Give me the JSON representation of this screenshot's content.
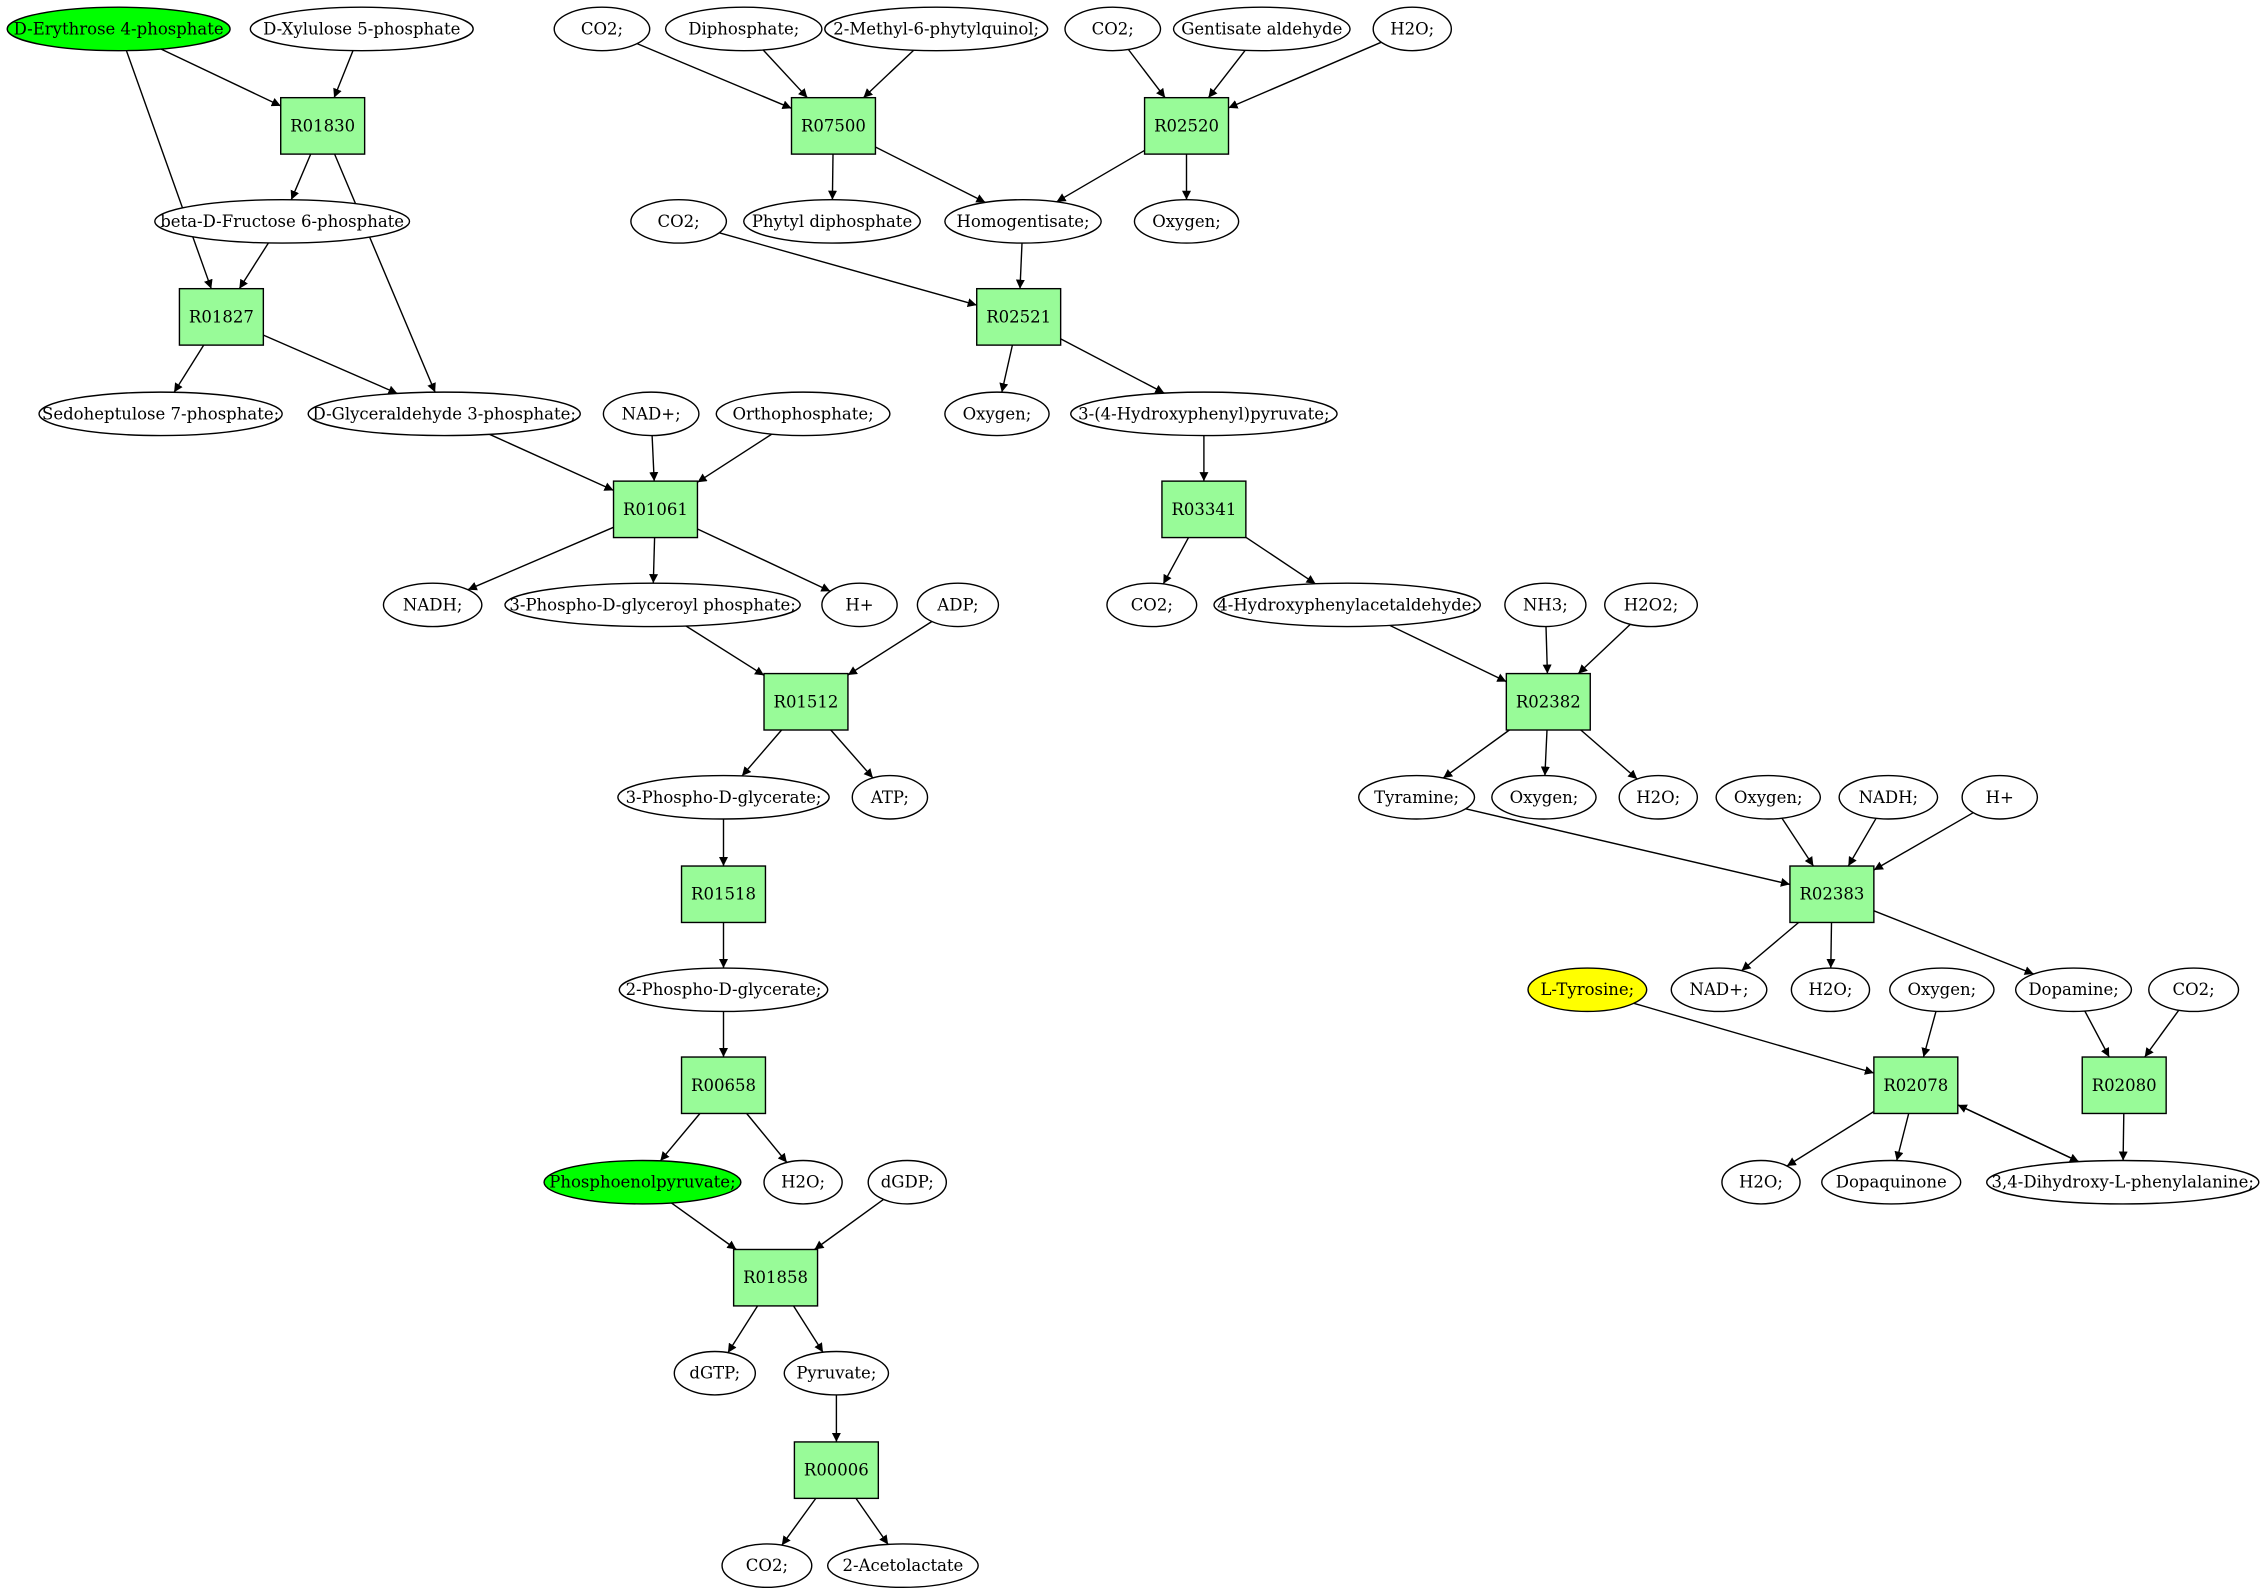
{
  "colors": {
    "reaction_fill": "#98fb98",
    "molecule_fill": "#ffffff",
    "start_molecule_fill": "#00ff00",
    "target_molecule_fill": "#ffff00",
    "stroke": "#000000"
  },
  "reactions": [
    {
      "id": "r01830",
      "label": "R01830"
    },
    {
      "id": "r01827",
      "label": "R01827"
    },
    {
      "id": "r07500",
      "label": "R07500"
    },
    {
      "id": "r02520",
      "label": "R02520"
    },
    {
      "id": "r02521",
      "label": "R02521"
    },
    {
      "id": "r01061",
      "label": "R01061"
    },
    {
      "id": "r03341",
      "label": "R03341"
    },
    {
      "id": "r01512",
      "label": "R01512"
    },
    {
      "id": "r02382",
      "label": "R02382"
    },
    {
      "id": "r01518",
      "label": "R01518"
    },
    {
      "id": "r02383",
      "label": "R02383"
    },
    {
      "id": "r00658",
      "label": "R00658"
    },
    {
      "id": "r02078",
      "label": "R02078"
    },
    {
      "id": "r02080",
      "label": "R02080"
    },
    {
      "id": "r01858",
      "label": "R01858"
    },
    {
      "id": "r00006",
      "label": "R00006"
    }
  ],
  "molecules": [
    {
      "id": "m_erythrose",
      "label": "D-Erythrose 4-phosphate",
      "role": "start"
    },
    {
      "id": "m_xylulose",
      "label": "D-Xylulose 5-phosphate"
    },
    {
      "id": "m_co2_a",
      "label": "CO2;"
    },
    {
      "id": "m_diphosphate",
      "label": "Diphosphate;"
    },
    {
      "id": "m_methylphytyl",
      "label": "2-Methyl-6-phytylquinol;"
    },
    {
      "id": "m_co2_b",
      "label": "CO2;"
    },
    {
      "id": "m_gentisate",
      "label": "Gentisate aldehyde"
    },
    {
      "id": "m_h2o_a",
      "label": "H2O;"
    },
    {
      "id": "m_fructose",
      "label": "beta-D-Fructose 6-phosphate"
    },
    {
      "id": "m_phytyl",
      "label": "Phytyl diphosphate"
    },
    {
      "id": "m_homogentisate",
      "label": "Homogentisate;"
    },
    {
      "id": "m_oxygen_a",
      "label": "Oxygen;"
    },
    {
      "id": "m_co2_c",
      "label": "CO2;"
    },
    {
      "id": "m_sedoheptulose",
      "label": "Sedoheptulose 7-phosphate;"
    },
    {
      "id": "m_glyceraldehyde",
      "label": "D-Glyceraldehyde 3-phosphate;"
    },
    {
      "id": "m_nad_a",
      "label": "NAD+;"
    },
    {
      "id": "m_orthophosphate",
      "label": "Orthophosphate;"
    },
    {
      "id": "m_oxygen_b",
      "label": "Oxygen;"
    },
    {
      "id": "m_hydroxyphenylpyruvate",
      "label": "3-(4-Hydroxyphenyl)pyruvate;"
    },
    {
      "id": "m_nadh_a",
      "label": "NADH;"
    },
    {
      "id": "m_phosphoglyceroyl",
      "label": "3-Phospho-D-glyceroyl phosphate;"
    },
    {
      "id": "m_hplus_a",
      "label": "H+"
    },
    {
      "id": "m_adp",
      "label": "ADP;"
    },
    {
      "id": "m_co2_d",
      "label": "CO2;"
    },
    {
      "id": "m_hpacetaldehyde",
      "label": "4-Hydroxyphenylacetaldehyde;"
    },
    {
      "id": "m_nh3",
      "label": "NH3;"
    },
    {
      "id": "m_h2o2",
      "label": "H2O2;"
    },
    {
      "id": "m_3pg",
      "label": "3-Phospho-D-glycerate;"
    },
    {
      "id": "m_atp",
      "label": "ATP;"
    },
    {
      "id": "m_tyramine",
      "label": "Tyramine;"
    },
    {
      "id": "m_oxygen_c",
      "label": "Oxygen;"
    },
    {
      "id": "m_h2o_b",
      "label": "H2O;"
    },
    {
      "id": "m_oxygen_d",
      "label": "Oxygen;"
    },
    {
      "id": "m_nadh_b",
      "label": "NADH;"
    },
    {
      "id": "m_hplus_b",
      "label": "H+"
    },
    {
      "id": "m_2pg",
      "label": "2-Phospho-D-glycerate;"
    },
    {
      "id": "m_tyrosine",
      "label": "L-Tyrosine;",
      "role": "target"
    },
    {
      "id": "m_nad_b",
      "label": "NAD+;"
    },
    {
      "id": "m_h2o_c",
      "label": "H2O;"
    },
    {
      "id": "m_oxygen_e",
      "label": "Oxygen;"
    },
    {
      "id": "m_dopamine",
      "label": "Dopamine;"
    },
    {
      "id": "m_co2_e",
      "label": "CO2;"
    },
    {
      "id": "m_pep",
      "label": "Phosphoenolpyruvate;",
      "role": "start"
    },
    {
      "id": "m_h2o_d",
      "label": "H2O;"
    },
    {
      "id": "m_dgdp",
      "label": "dGDP;"
    },
    {
      "id": "m_h2o_e",
      "label": "H2O;"
    },
    {
      "id": "m_dopaquinone",
      "label": "Dopaquinone"
    },
    {
      "id": "m_dopa",
      "label": "3,4-Dihydroxy-L-phenylalanine;"
    },
    {
      "id": "m_dgtp",
      "label": "dGTP;"
    },
    {
      "id": "m_pyruvate",
      "label": "Pyruvate;"
    },
    {
      "id": "m_co2_f",
      "label": "CO2;"
    },
    {
      "id": "m_acetolactate",
      "label": "2-Acetolactate"
    }
  ],
  "edges": [
    [
      "m_erythrose",
      "r01830"
    ],
    [
      "m_xylulose",
      "r01830"
    ],
    [
      "m_erythrose",
      "r01827"
    ],
    [
      "r01830",
      "m_fructose"
    ],
    [
      "r01830",
      "m_glyceraldehyde"
    ],
    [
      "m_fructose",
      "r01827"
    ],
    [
      "r01827",
      "m_sedoheptulose"
    ],
    [
      "r01827",
      "m_glyceraldehyde"
    ],
    [
      "m_co2_a",
      "r07500"
    ],
    [
      "m_diphosphate",
      "r07500"
    ],
    [
      "m_methylphytyl",
      "r07500"
    ],
    [
      "r07500",
      "m_phytyl"
    ],
    [
      "r07500",
      "m_homogentisate"
    ],
    [
      "m_co2_b",
      "r02520"
    ],
    [
      "m_gentisate",
      "r02520"
    ],
    [
      "m_h2o_a",
      "r02520"
    ],
    [
      "r02520",
      "m_homogentisate"
    ],
    [
      "r02520",
      "m_oxygen_a"
    ],
    [
      "m_co2_c",
      "r02521"
    ],
    [
      "m_homogentisate",
      "r02521"
    ],
    [
      "r02521",
      "m_oxygen_b"
    ],
    [
      "r02521",
      "m_hydroxyphenylpyruvate"
    ],
    [
      "m_glyceraldehyde",
      "r01061"
    ],
    [
      "m_nad_a",
      "r01061"
    ],
    [
      "m_orthophosphate",
      "r01061"
    ],
    [
      "r01061",
      "m_nadh_a"
    ],
    [
      "r01061",
      "m_phosphoglyceroyl"
    ],
    [
      "r01061",
      "m_hplus_a"
    ],
    [
      "m_hydroxyphenylpyruvate",
      "r03341"
    ],
    [
      "r03341",
      "m_co2_d"
    ],
    [
      "r03341",
      "m_hpacetaldehyde"
    ],
    [
      "m_phosphoglyceroyl",
      "r01512"
    ],
    [
      "m_adp",
      "r01512"
    ],
    [
      "r01512",
      "m_3pg"
    ],
    [
      "r01512",
      "m_atp"
    ],
    [
      "m_hpacetaldehyde",
      "r02382"
    ],
    [
      "m_nh3",
      "r02382"
    ],
    [
      "m_h2o2",
      "r02382"
    ],
    [
      "r02382",
      "m_tyramine"
    ],
    [
      "r02382",
      "m_oxygen_c"
    ],
    [
      "r02382",
      "m_h2o_b"
    ],
    [
      "m_3pg",
      "r01518"
    ],
    [
      "r01518",
      "m_2pg"
    ],
    [
      "m_tyramine",
      "r02383"
    ],
    [
      "m_oxygen_d",
      "r02383"
    ],
    [
      "m_nadh_b",
      "r02383"
    ],
    [
      "m_hplus_b",
      "r02383"
    ],
    [
      "r02383",
      "m_nad_b"
    ],
    [
      "r02383",
      "m_h2o_c"
    ],
    [
      "r02383",
      "m_dopamine"
    ],
    [
      "m_2pg",
      "r00658"
    ],
    [
      "r00658",
      "m_pep"
    ],
    [
      "r00658",
      "m_h2o_d"
    ],
    [
      "m_tyrosine",
      "r02078"
    ],
    [
      "m_oxygen_e",
      "r02078"
    ],
    [
      "m_dopa",
      "r02078"
    ],
    [
      "r02078",
      "m_h2o_e"
    ],
    [
      "r02078",
      "m_dopaquinone"
    ],
    [
      "r02078",
      "m_dopa"
    ],
    [
      "m_dopamine",
      "r02080"
    ],
    [
      "m_co2_e",
      "r02080"
    ],
    [
      "r02080",
      "m_dopa"
    ],
    [
      "m_pep",
      "r01858"
    ],
    [
      "m_dgdp",
      "r01858"
    ],
    [
      "r01858",
      "m_dgtp"
    ],
    [
      "r01858",
      "m_pyruvate"
    ],
    [
      "m_pyruvate",
      "r00006"
    ],
    [
      "r00006",
      "m_co2_f"
    ],
    [
      "r00006",
      "m_acetolactate"
    ]
  ]
}
